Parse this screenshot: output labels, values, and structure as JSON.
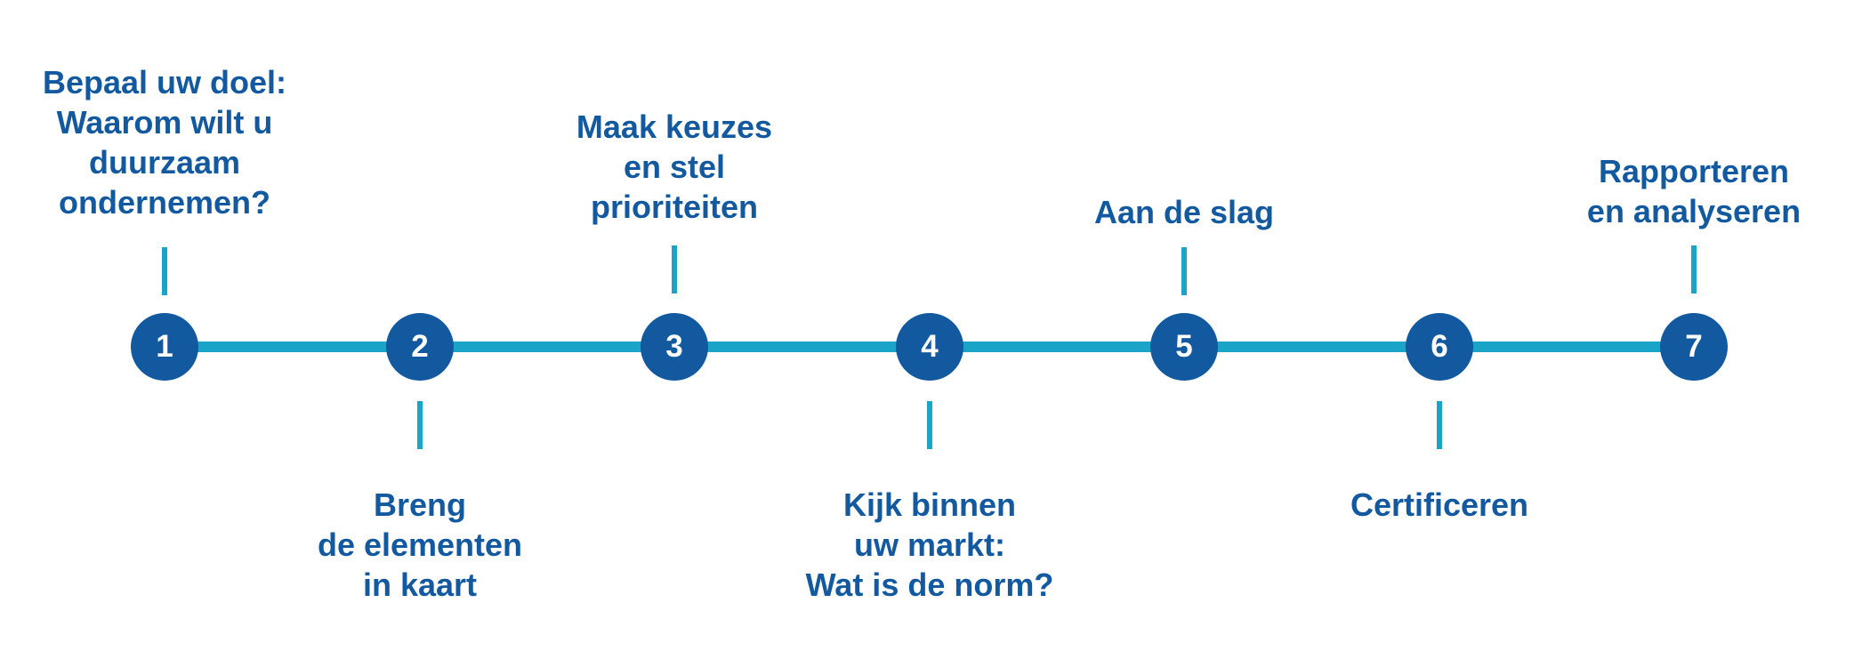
{
  "colors": {
    "accent_dark_blue": "#12599f",
    "accent_cyan": "#1aa4c8"
  },
  "steps": [
    {
      "number": "1",
      "label": "Bepaal uw doel:\nWaarom wilt u\nduurzaam\nondernemen?",
      "position": "top"
    },
    {
      "number": "2",
      "label": "Breng\nde elementen\nin kaart",
      "position": "bottom"
    },
    {
      "number": "3",
      "label": "Maak keuzes\nen stel\nprioriteiten",
      "position": "top"
    },
    {
      "number": "4",
      "label": "Kijk binnen\nuw markt:\nWat is de norm?",
      "position": "bottom"
    },
    {
      "number": "5",
      "label": "Aan de slag",
      "position": "top"
    },
    {
      "number": "6",
      "label": "Certificeren",
      "position": "bottom"
    },
    {
      "number": "7",
      "label": "Rapporteren\nen analyseren",
      "position": "top"
    }
  ]
}
